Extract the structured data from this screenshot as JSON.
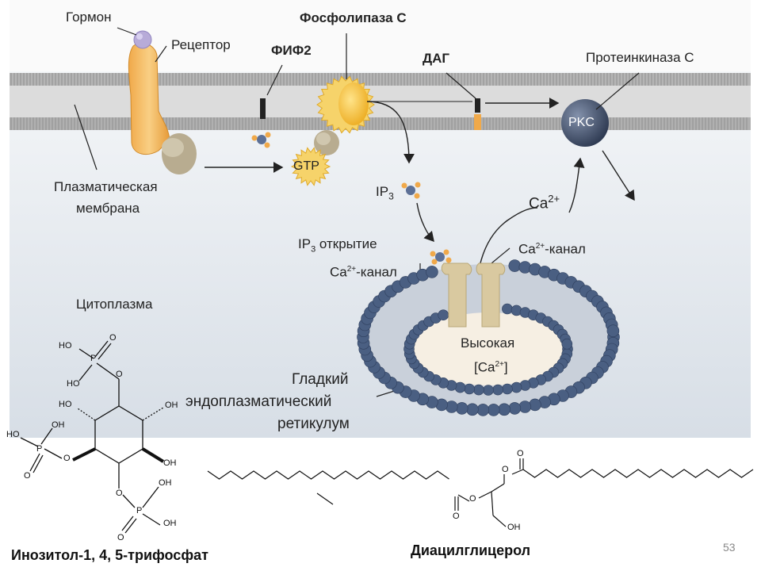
{
  "labels": {
    "hormone": "Гормон",
    "receptor": "Рецептор",
    "plc": "Фосфолипаза С",
    "pip2": "ФИФ2",
    "dag": "ДАГ",
    "pkc_full": "Протеинкиназа С",
    "pkc": "PKC",
    "gtp": "GTP",
    "membrane_line1": "Плазматическая",
    "membrane_line2": "мембрана",
    "ip3": "IP",
    "ip3_sub": "3",
    "ca_top": "Ca",
    "ca_top_sup": "2+",
    "ip3_open_prefix": "IP",
    "ip3_open_sub": "3",
    "ip3_open_suffix": " открытие",
    "ca_channel_left_prefix": "Ca",
    "ca_channel_left_sup": "2+",
    "ca_channel_left_suffix": "-канал",
    "ca_channel_right_prefix": "Ca",
    "ca_channel_right_sup": "2+",
    "ca_channel_right_suffix": "-канал",
    "cytoplasm": "Цитоплазма",
    "high": "Высокая",
    "high_ca_open": "[Ca",
    "high_ca_sup": "2+",
    "high_ca_close": "]",
    "er_line1": "Гладкий",
    "er_line2": "эндоплазматический",
    "er_line3": "ретикулум"
  },
  "chem": {
    "ho": "HO",
    "oh": "OH",
    "p": "P",
    "o": "O"
  },
  "captions": {
    "inositol": "Инозитол-1, 4, 5-трифосфат",
    "dag_full": "Диацилглицерол"
  },
  "page_number": "53",
  "colors": {
    "membrane": "#9a9a9a",
    "receptor": "#f2b85c",
    "plc": "#f4c12c",
    "pkc": "#3d4a63",
    "er_bead": "#4a5f82",
    "channel": "#d9c9a0"
  }
}
